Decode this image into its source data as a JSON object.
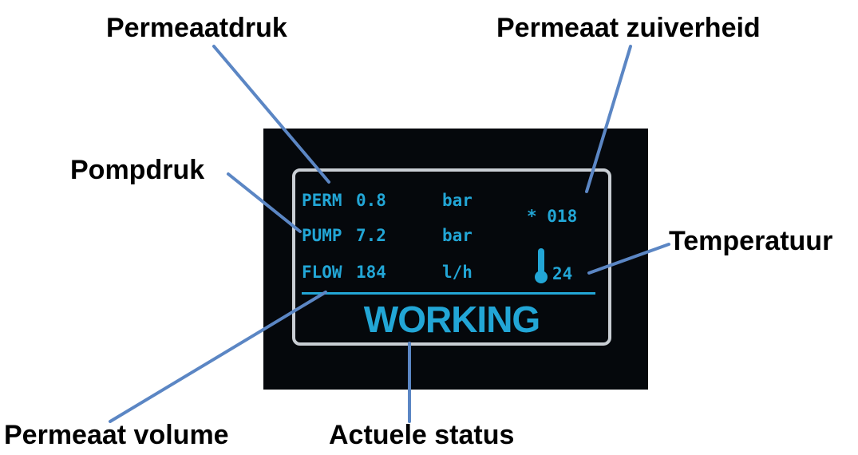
{
  "callouts": {
    "permeaatdruk": "Permeaatdruk",
    "permeaat_zuiverheid": "Permeaat zuiverheid",
    "pompdruk": "Pompdruk",
    "temperatuur": "Temperatuur",
    "permeaat_volume": "Permeaat volume",
    "actuele_status": "Actuele status"
  },
  "display": {
    "rows": [
      {
        "label": "PERM",
        "value": "0.8",
        "unit": "bar"
      },
      {
        "label": "PUMP",
        "value": "7.2",
        "unit": "bar"
      },
      {
        "label": "FLOW",
        "value": "184",
        "unit": "l/h"
      }
    ],
    "purity": "* 018",
    "temperature": "24",
    "temperature_icon": "thermometer-icon",
    "status": "WORKING"
  },
  "colors": {
    "display_text": "#22a6d6",
    "display_background": "#05080c",
    "frame": "#c9ced4",
    "leader_lines": "#5b86c4",
    "callout_text": "#000000"
  }
}
